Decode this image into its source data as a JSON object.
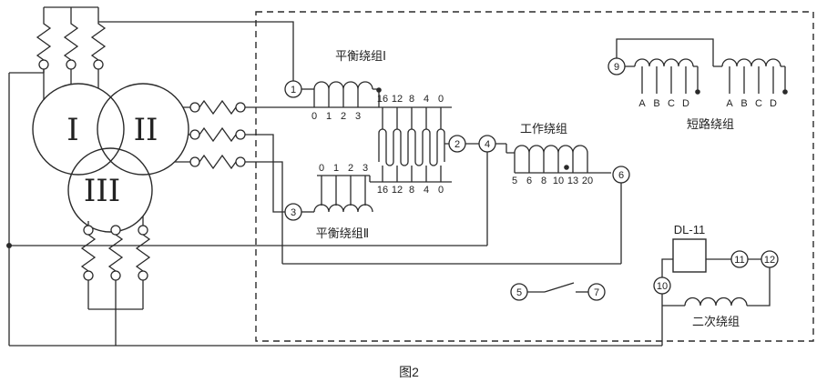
{
  "figure": {
    "caption": "图2"
  },
  "transformer": {
    "w1": "I",
    "w2": "II",
    "w3": "III"
  },
  "windings": {
    "balance1": "平衡绕组Ⅰ",
    "balance2": "平衡绕组Ⅱ",
    "working": "工作绕组",
    "short_circuit": "短路绕组",
    "secondary": "二次绕组"
  },
  "relay": {
    "model": "DL-11"
  },
  "terminals": {
    "t1": "1",
    "t2": "2",
    "t3": "3",
    "t4": "4",
    "t5": "5",
    "t6": "6",
    "t7": "7",
    "t9": "9",
    "t10": "10",
    "t11": "11",
    "t12": "12"
  },
  "taps": {
    "balance1": [
      "0",
      "1",
      "2",
      "3"
    ],
    "auto_top": [
      "16",
      "12",
      "8",
      "4",
      "0"
    ],
    "auto_bottom": [
      "16",
      "12",
      "8",
      "4",
      "0"
    ],
    "balance2": [
      "0",
      "1",
      "2",
      "3"
    ],
    "working": [
      "5",
      "6",
      "8",
      "10",
      "13",
      "20"
    ],
    "sc1": [
      "A",
      "B",
      "C",
      "D"
    ],
    "sc2": [
      "A",
      "B",
      "C",
      "D"
    ]
  }
}
